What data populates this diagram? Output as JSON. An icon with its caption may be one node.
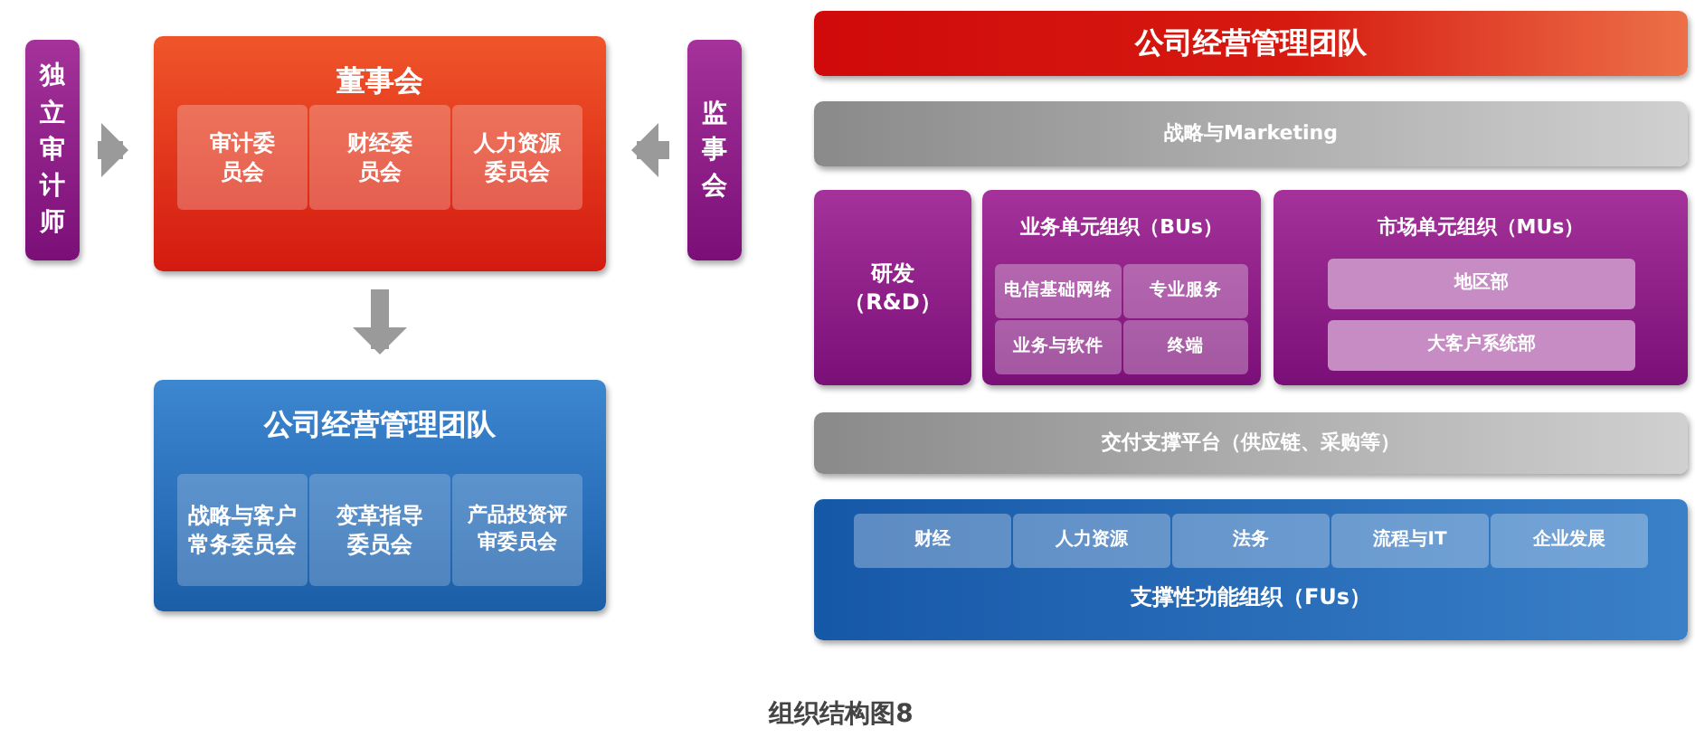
{
  "diagram": {
    "caption": "组织结构图8",
    "nodes": [
      {
        "text": [
          "独立审计师"
        ]
      },
      {
        "text": [
          "董事会"
        ]
      },
      {
        "text": [
          "审计委员会"
        ],
        "in": 1
      },
      {
        "text": [
          "财经委员会"
        ],
        "in": 1
      },
      {
        "text": [
          "人力资源委员会"
        ],
        "in": 1
      },
      {
        "text": [
          "监事会"
        ]
      },
      {
        "text": [
          "公司经营管理团队"
        ]
      },
      {
        "text": [
          "战略与客户常务委员会"
        ],
        "in": 6
      },
      {
        "text": [
          "变革指导委员会"
        ],
        "in": 6
      },
      {
        "text": [
          "产品投资评审委员会"
        ],
        "in": 6
      },
      {
        "text": [
          "公司经营管理团队"
        ]
      },
      {
        "text": [
          "战略与Marketing"
        ]
      },
      {
        "text": [
          "研发",
          "（R&D）"
        ]
      },
      {
        "text": [
          "业务单元组织（BUs）"
        ]
      },
      {
        "text": [
          "电信基础网络"
        ],
        "in": 13
      },
      {
        "text": [
          "专业服务"
        ],
        "in": 13
      },
      {
        "text": [
          "业务与软件"
        ],
        "in": 13
      },
      {
        "text": [
          "终端"
        ],
        "in": 13
      },
      {
        "text": [
          "市场单元组织（MUs）"
        ]
      },
      {
        "text": [
          "地区部"
        ],
        "in": 18
      },
      {
        "text": [
          "大客户系统部"
        ],
        "in": 18
      },
      {
        "text": [
          "交付支撑平台（供应链、采购等）"
        ]
      },
      {
        "text": [
          "支撑性功能组织（FUs）"
        ]
      },
      {
        "text": [
          "财经"
        ],
        "in": 22
      },
      {
        "text": [
          "人力资源"
        ],
        "in": 22
      },
      {
        "text": [
          "法务"
        ],
        "in": 22
      },
      {
        "text": [
          "流程与IT"
        ],
        "in": 22
      },
      {
        "text": [
          "企业发展"
        ],
        "in": 22
      }
    ],
    "edges": [
      {
        "from": 0,
        "to": 1,
        "arrow": "to"
      },
      {
        "from": 5,
        "to": 1,
        "arrow": "to"
      },
      {
        "from": 1,
        "to": 6,
        "arrow": "to"
      }
    ]
  }
}
